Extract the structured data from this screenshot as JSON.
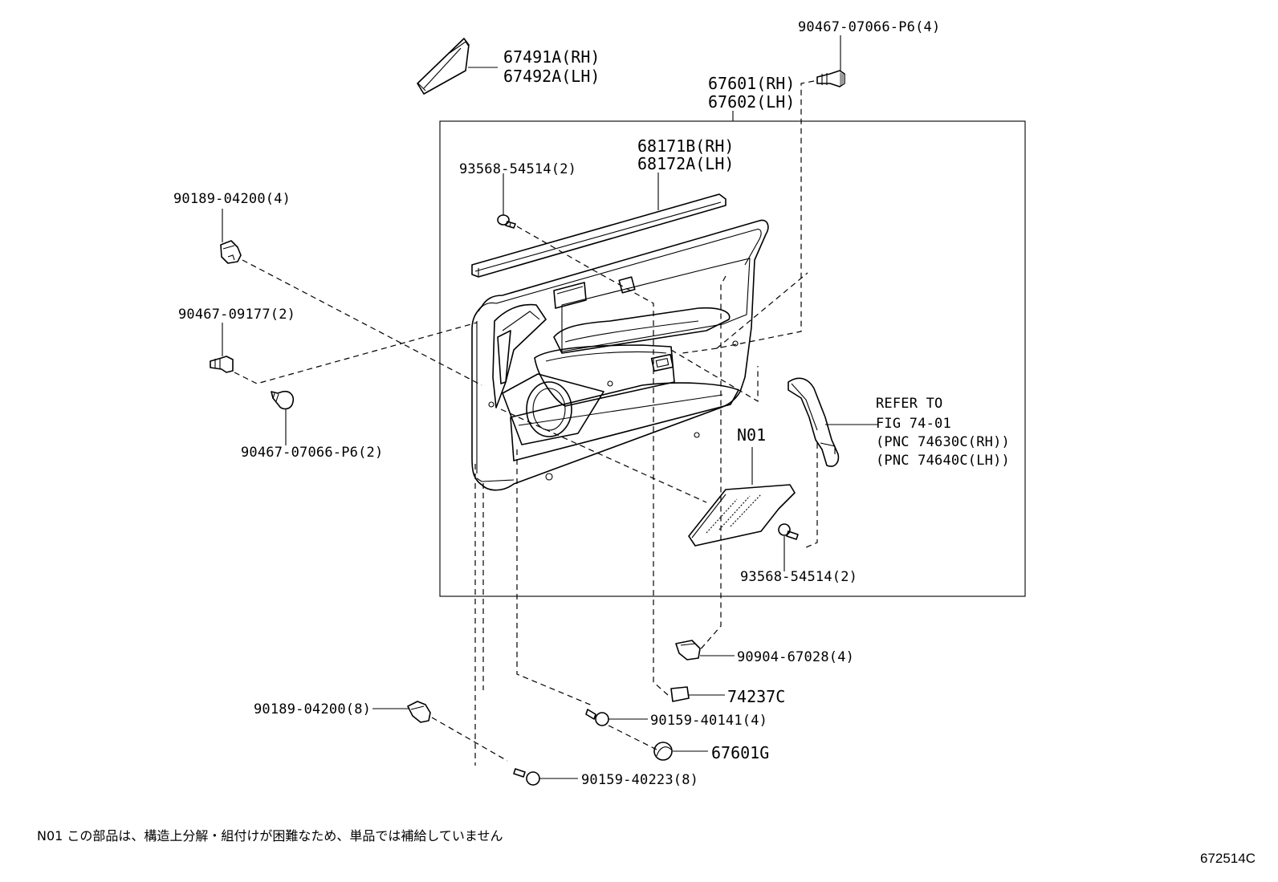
{
  "labels": {
    "p67491": "67491A(RH)",
    "p67492": "67492A(LH)",
    "p90467_top": "90467-07066-P6(4)",
    "p67601": "67601(RH)",
    "p67602": "67602(LH)",
    "p68171": "68171B(RH)",
    "p68172": "68172A(LH)",
    "p93568_top": "93568-54514(2)",
    "p90189_top": "90189-04200(4)",
    "p90467_09177": "90467-09177(2)",
    "p90467_left": "90467-07066-P6(2)",
    "refer1": "REFER TO",
    "refer2": "FIG 74-01",
    "refer3": "(PNC 74630C(RH))",
    "refer4": "(PNC 74640C(LH))",
    "n01": "N01",
    "p93568_bottom": "93568-54514(2)",
    "p90904": "90904-67028(4)",
    "p74237": "74237C",
    "p90189_bottom": "90189-04200(8)",
    "p90159_40141": "90159-40141(4)",
    "p67601g": "67601G",
    "p90159_40223": "90159-40223(8)"
  },
  "footnote": "N01 この部品は、構造上分解・組付けが困難なため、単品では補給していません",
  "diagram_code": "672514C"
}
